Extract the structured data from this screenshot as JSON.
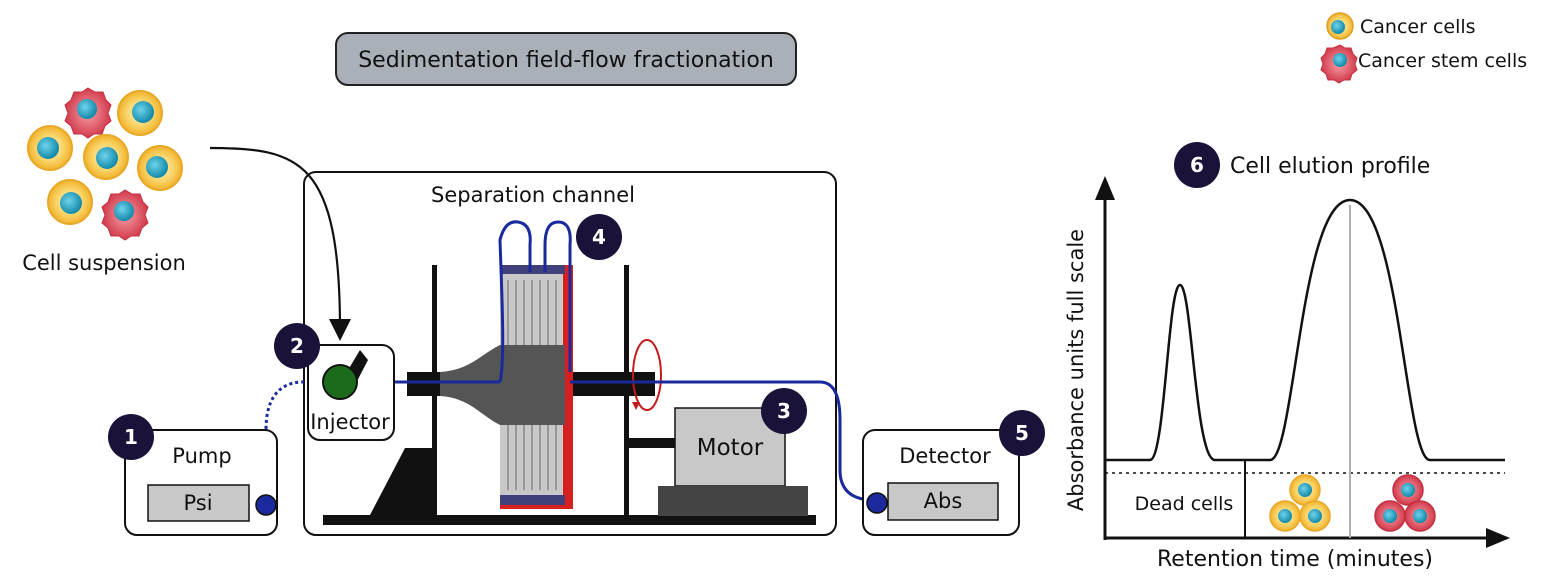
{
  "title": "Sedimentation field-flow fractionation",
  "legend": {
    "cancer_cells": "Cancer cells",
    "cancer_stem_cells": "Cancer stem cells"
  },
  "cell_suspension": "Cell suspension",
  "separation_channel": "Separation channel",
  "components": {
    "pump": {
      "step": "1",
      "label": "Pump",
      "gauge": "Psi"
    },
    "injector": {
      "step": "2",
      "label": "Injector"
    },
    "motor": {
      "step": "3",
      "label": "Motor"
    },
    "channel": {
      "step": "4"
    },
    "detector": {
      "step": "5",
      "label": "Detector",
      "gauge": "Abs"
    }
  },
  "profile": {
    "step": "6",
    "title": "Cell elution profile",
    "ylabel": "Absorbance units full scale",
    "xlabel": "Retention time (minutes)",
    "dead_cells": "Dead cells"
  },
  "colors": {
    "cancer_cell_outer": "#f5c242",
    "cancer_cell_nucleus": "#1ba3c6",
    "stem_cell_outer": "#d94a5a",
    "badge": "#1a1238",
    "tubing": "#1a2a9c",
    "injector": "#1c6b1c",
    "channel_red": "#d62020",
    "title_box": "#a9b0b8"
  }
}
